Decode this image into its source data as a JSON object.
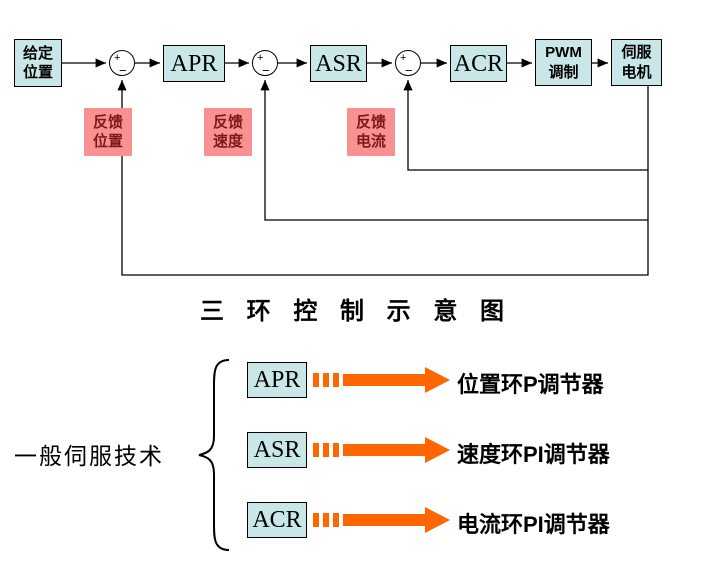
{
  "colors": {
    "block_fill": "#c9e7e9",
    "block_border": "#000000",
    "feedback_fill": "#fa9191",
    "feedback_text": "#7a1a1a",
    "wire": "#000000",
    "legend_arrow": "#ff6600",
    "background": "#ffffff"
  },
  "diagram": {
    "title": "三 环 控 制 示 意 图",
    "source_block": "给定\n位置",
    "regulators": [
      "APR",
      "ASR",
      "ACR"
    ],
    "pwm_block": "PWM\n调制",
    "motor_block": "伺服\n电机",
    "feedback_labels": [
      "反馈\n位置",
      "反馈\n速度",
      "反馈\n电流"
    ],
    "plus": "+",
    "minus": "−"
  },
  "legend": {
    "label": "一般伺服技术",
    "rows": [
      {
        "block": "APR",
        "description": "位置环P调节器"
      },
      {
        "block": "ASR",
        "description": "速度环PI调节器"
      },
      {
        "block": "ACR",
        "description": "电流环PI调节器"
      }
    ]
  }
}
